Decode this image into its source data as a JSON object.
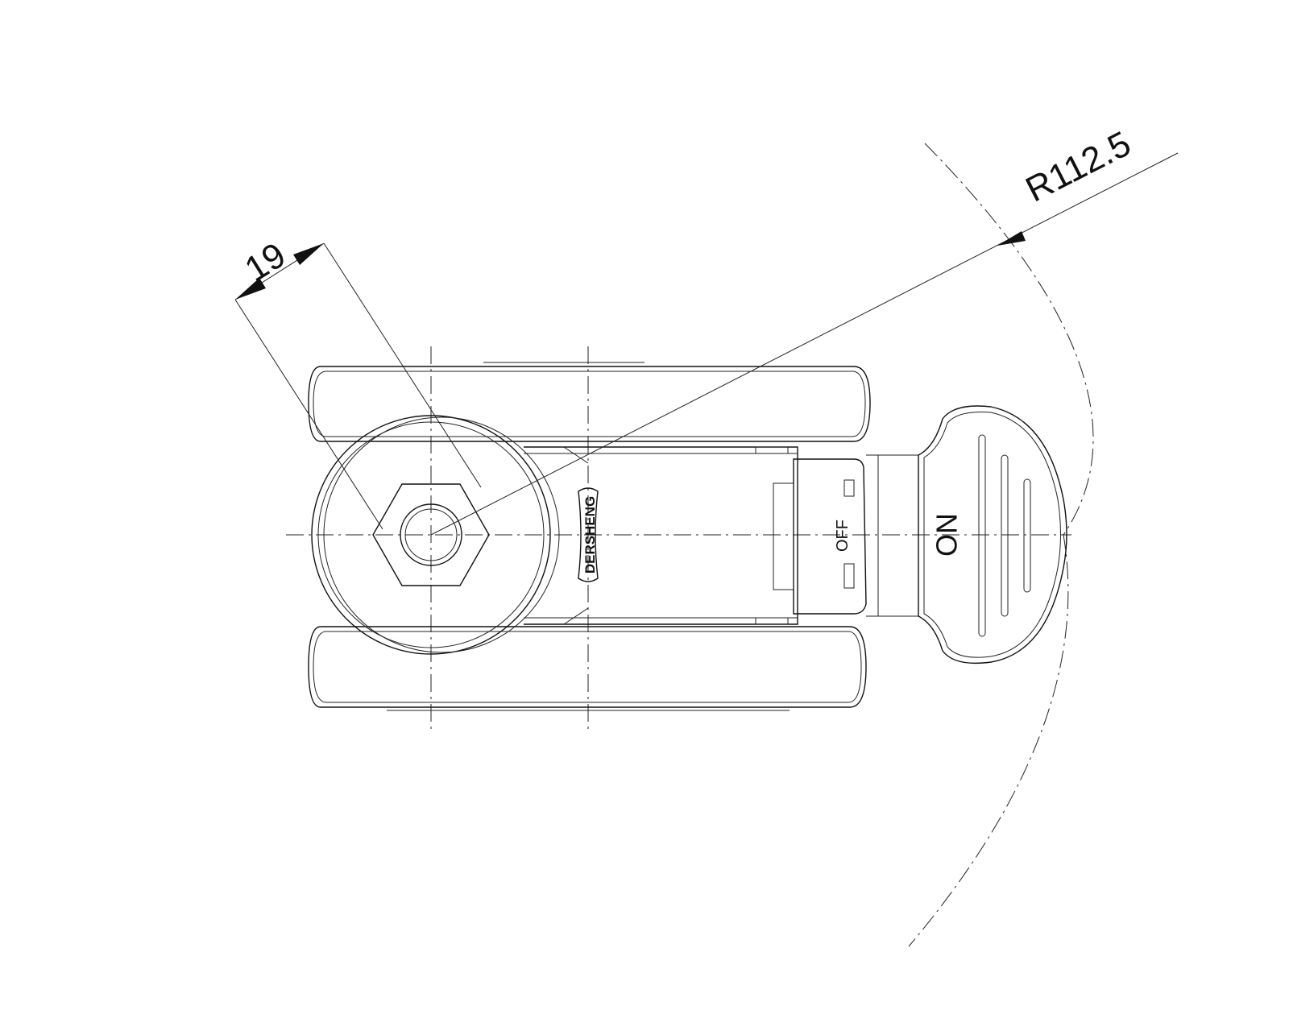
{
  "dimensions": {
    "width_dim": "19",
    "radius_dim": "R112.5"
  },
  "markings": {
    "brand": "DERSHENG",
    "pedal_on": "ON",
    "lever_off": "OFF"
  },
  "icons": [
    "hex-nut-icon",
    "caster-wheel-icon",
    "brake-pedal-icon",
    "dimension-arrow-icon"
  ]
}
